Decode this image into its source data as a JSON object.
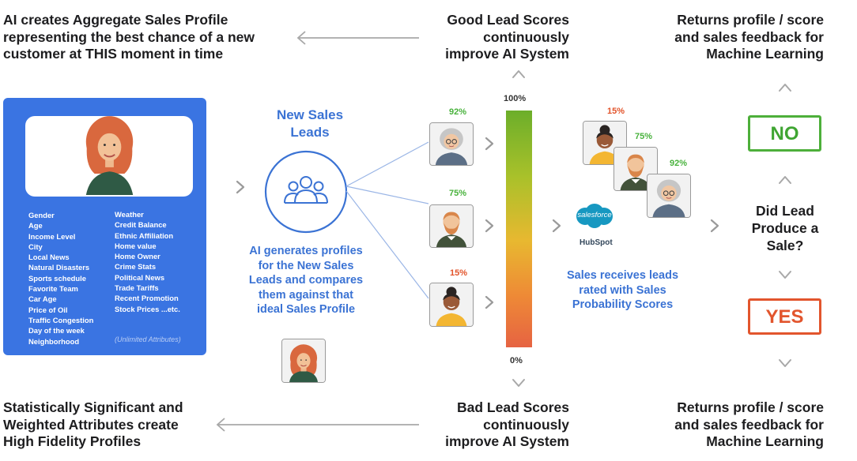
{
  "top_left": [
    "AI creates Aggregate Sales Profile",
    "representing the best chance of a new",
    "customer at THIS moment in time"
  ],
  "top_mid": [
    "Good Lead Scores",
    "continuously",
    "improve AI System"
  ],
  "top_right": [
    "Returns profile / score",
    "and sales feedback for",
    "Machine Learning"
  ],
  "bottom_left": [
    "Statistically Significant and",
    "Weighted Attributes create",
    "High Fidelity Profiles"
  ],
  "bottom_mid": [
    "Bad Lead Scores",
    "continuously",
    "improve AI System"
  ],
  "bottom_right": [
    "Returns profile / score",
    "and sales feedback for",
    "Machine Learning"
  ],
  "profile_card": {
    "attributes_left": [
      "Gender",
      "Age",
      "Income Level",
      "City",
      "Local News",
      "Natural Disasters",
      "Sports schedule",
      "Favorite Team",
      "Car Age",
      "Price of Oil",
      "Traffic Congestion",
      "Day of the week",
      "Neighborhood"
    ],
    "attributes_right": [
      "Weather",
      "Credit Balance",
      "Ethnic Affiliation",
      "Home value",
      "Home Owner",
      "Crime Stats",
      "Political News",
      "Trade Tariffs",
      "Recent Promotion",
      "Stock Prices ...etc."
    ],
    "unlimited_note": "(Unlimited Attributes)"
  },
  "new_leads": {
    "title": [
      "New Sales",
      "Leads"
    ],
    "description": [
      "AI generates profiles",
      "for the New Sales",
      "Leads and compares",
      "them against that",
      "ideal Sales Profile"
    ]
  },
  "leads": [
    {
      "score": "92%",
      "avatar": "old-woman-avatar"
    },
    {
      "score": "75%",
      "avatar": "bearded-man-avatar"
    },
    {
      "score": "15%",
      "avatar": "curly-hair-woman-avatar"
    }
  ],
  "score_bar": {
    "top_label": "100%",
    "bottom_label": "0%"
  },
  "sales_stack": {
    "scores": [
      "15%",
      "75%",
      "92%"
    ],
    "logos": {
      "salesforce": "salesforce",
      "hubspot": "HubSpot"
    },
    "description": [
      "Sales receives leads",
      "rated with Sales",
      "Probability Scores"
    ]
  },
  "decision": {
    "question": [
      "Did Lead",
      "Produce a",
      "Sale?"
    ],
    "no_label": "NO",
    "yes_label": "YES"
  },
  "colors": {
    "blue": "#3a74e2",
    "green": "#4daf3a",
    "orange": "#e2552d",
    "text": "#1d1d1f",
    "salesforce": "#1798c1",
    "hubspot": "#ff7a59"
  }
}
